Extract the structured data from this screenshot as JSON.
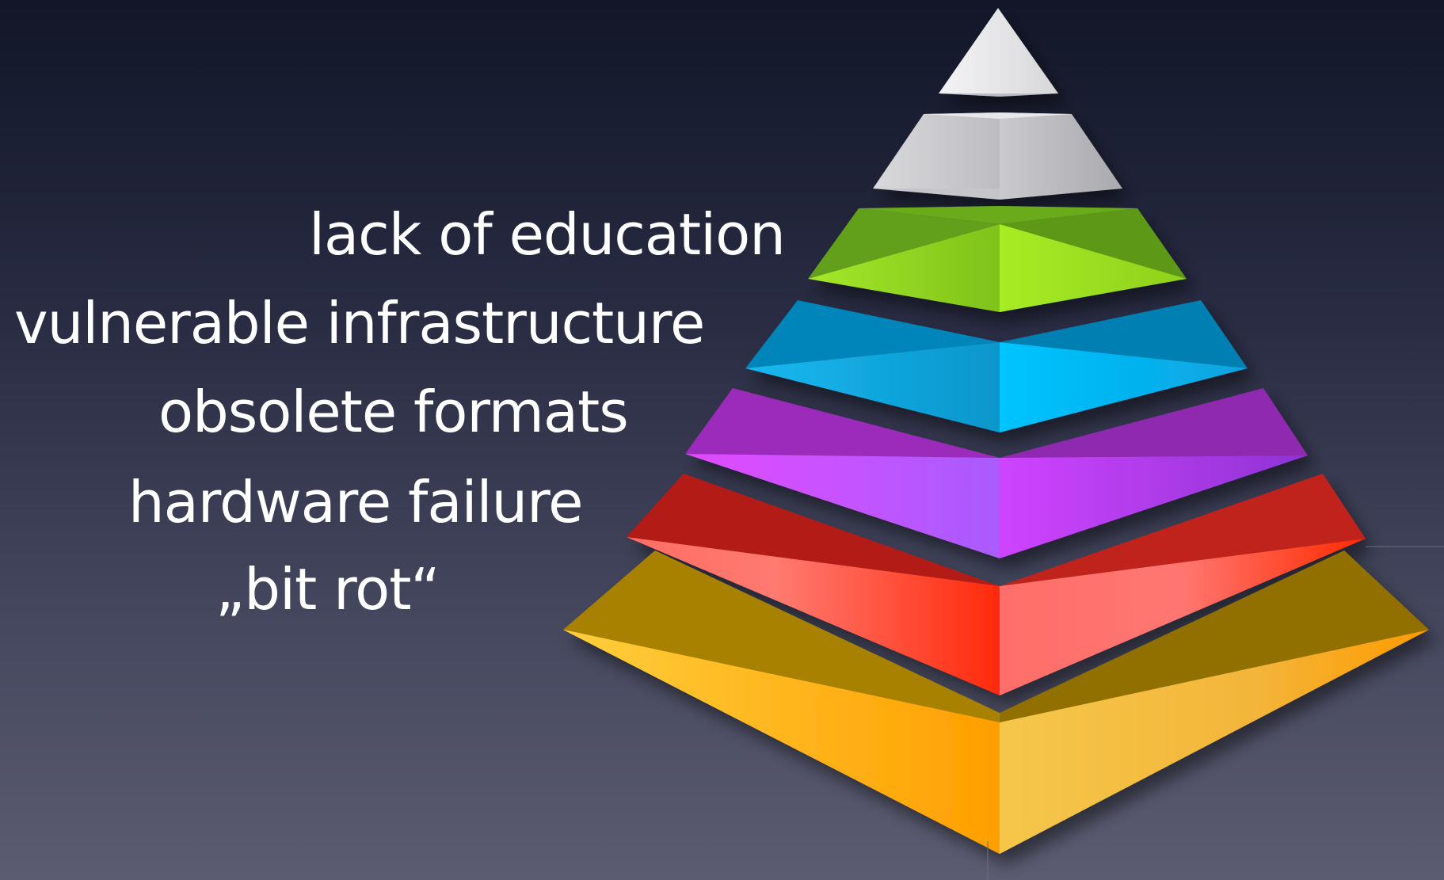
{
  "labels": {
    "education": "lack of education",
    "infrastructure": "vulnerable infrastructure",
    "formats": "obsolete formats",
    "hardware": "hardware failure",
    "bitrot": "„bit rot“"
  },
  "pyramid_layers": [
    {
      "name": "apex-white",
      "top": "#f2f2f4",
      "left": "#e4e4e6",
      "right": "#d0d0d3",
      "edge": "#ffffff"
    },
    {
      "name": "silver",
      "top": "#e8e8ea",
      "left": "#cfcfd2",
      "right": "#b3b3b8",
      "edge": "#9d9da3"
    },
    {
      "name": "green",
      "top": "#63a11b",
      "left": "#a6e62a",
      "right": "#94d61f",
      "edge": "#5b9617"
    },
    {
      "name": "blue",
      "top": "#0688bf",
      "left": "#12b4ee",
      "right": "#05c0ff",
      "edge": "#047aa8"
    },
    {
      "name": "purple",
      "top": "#9c2cba",
      "left": "#db4dff",
      "right": "#b43ff0",
      "edge": "#7f2199"
    },
    {
      "name": "red",
      "top": "#b81c18",
      "left": "#ff6e6a",
      "right": "#ff2a0f",
      "edge": "#9c1512"
    },
    {
      "name": "orange",
      "top": "#a68000",
      "left": "#ffb22e",
      "right": "#f2b63a",
      "edge": "#8d6c00"
    }
  ]
}
